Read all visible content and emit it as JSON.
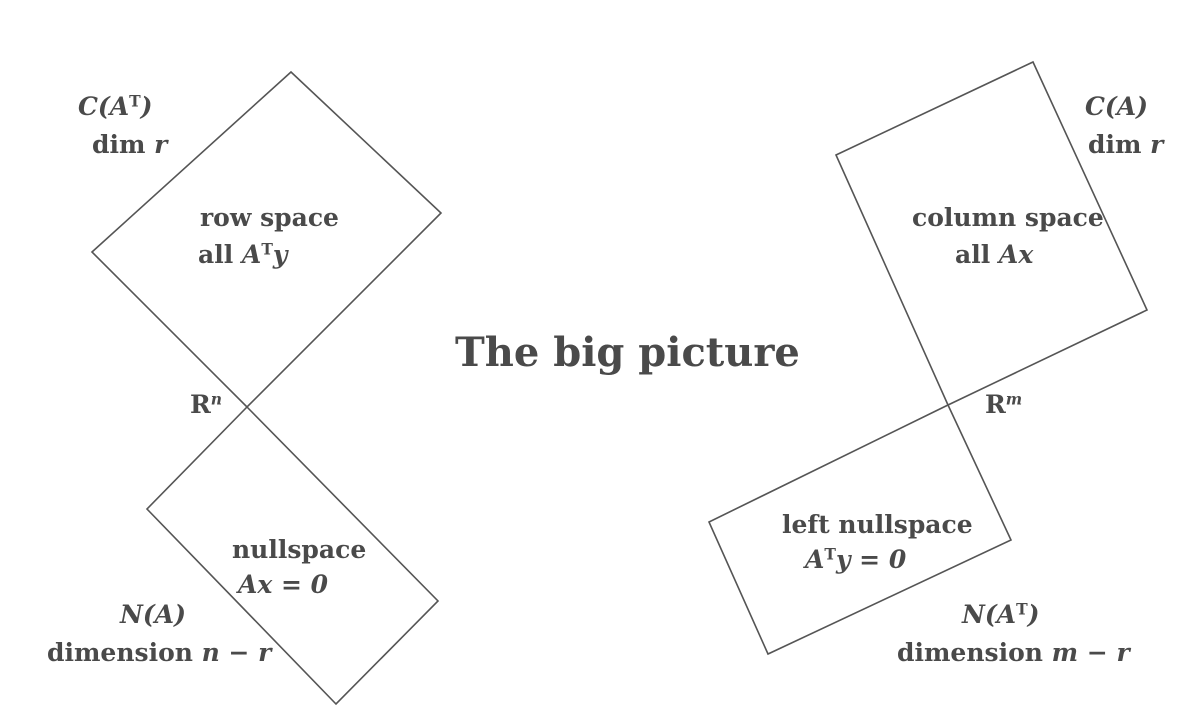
{
  "title": "The big picture",
  "left": {
    "row_space": {
      "space_name": "C(A",
      "space_sup": "T",
      "space_close": ")",
      "dim_word": "dim",
      "dim_var": "r",
      "label": "row space",
      "sub_prefix": "all",
      "sub_math": "A",
      "sub_sup": "T",
      "sub_tail": "y"
    },
    "space_symbol": "R",
    "space_exp": "n",
    "nullspace": {
      "label": "nullspace",
      "eq": "Ax = 0",
      "space_name": "N(A)",
      "dim_word": "dimension",
      "dim_expr": "n − r"
    }
  },
  "right": {
    "column_space": {
      "space_name": "C(A)",
      "dim_word": "dim",
      "dim_var": "r",
      "label": "column space",
      "sub_prefix": "all",
      "sub_math": "Ax"
    },
    "space_symbol": "R",
    "space_exp": "m",
    "left_nullspace": {
      "label": "left nullspace",
      "eq_math": "A",
      "eq_sup": "T",
      "eq_tail": "y = 0",
      "space_name": "N(A",
      "space_sup": "T",
      "space_close": ")",
      "dim_word": "dimension",
      "dim_expr": "m − r"
    }
  }
}
